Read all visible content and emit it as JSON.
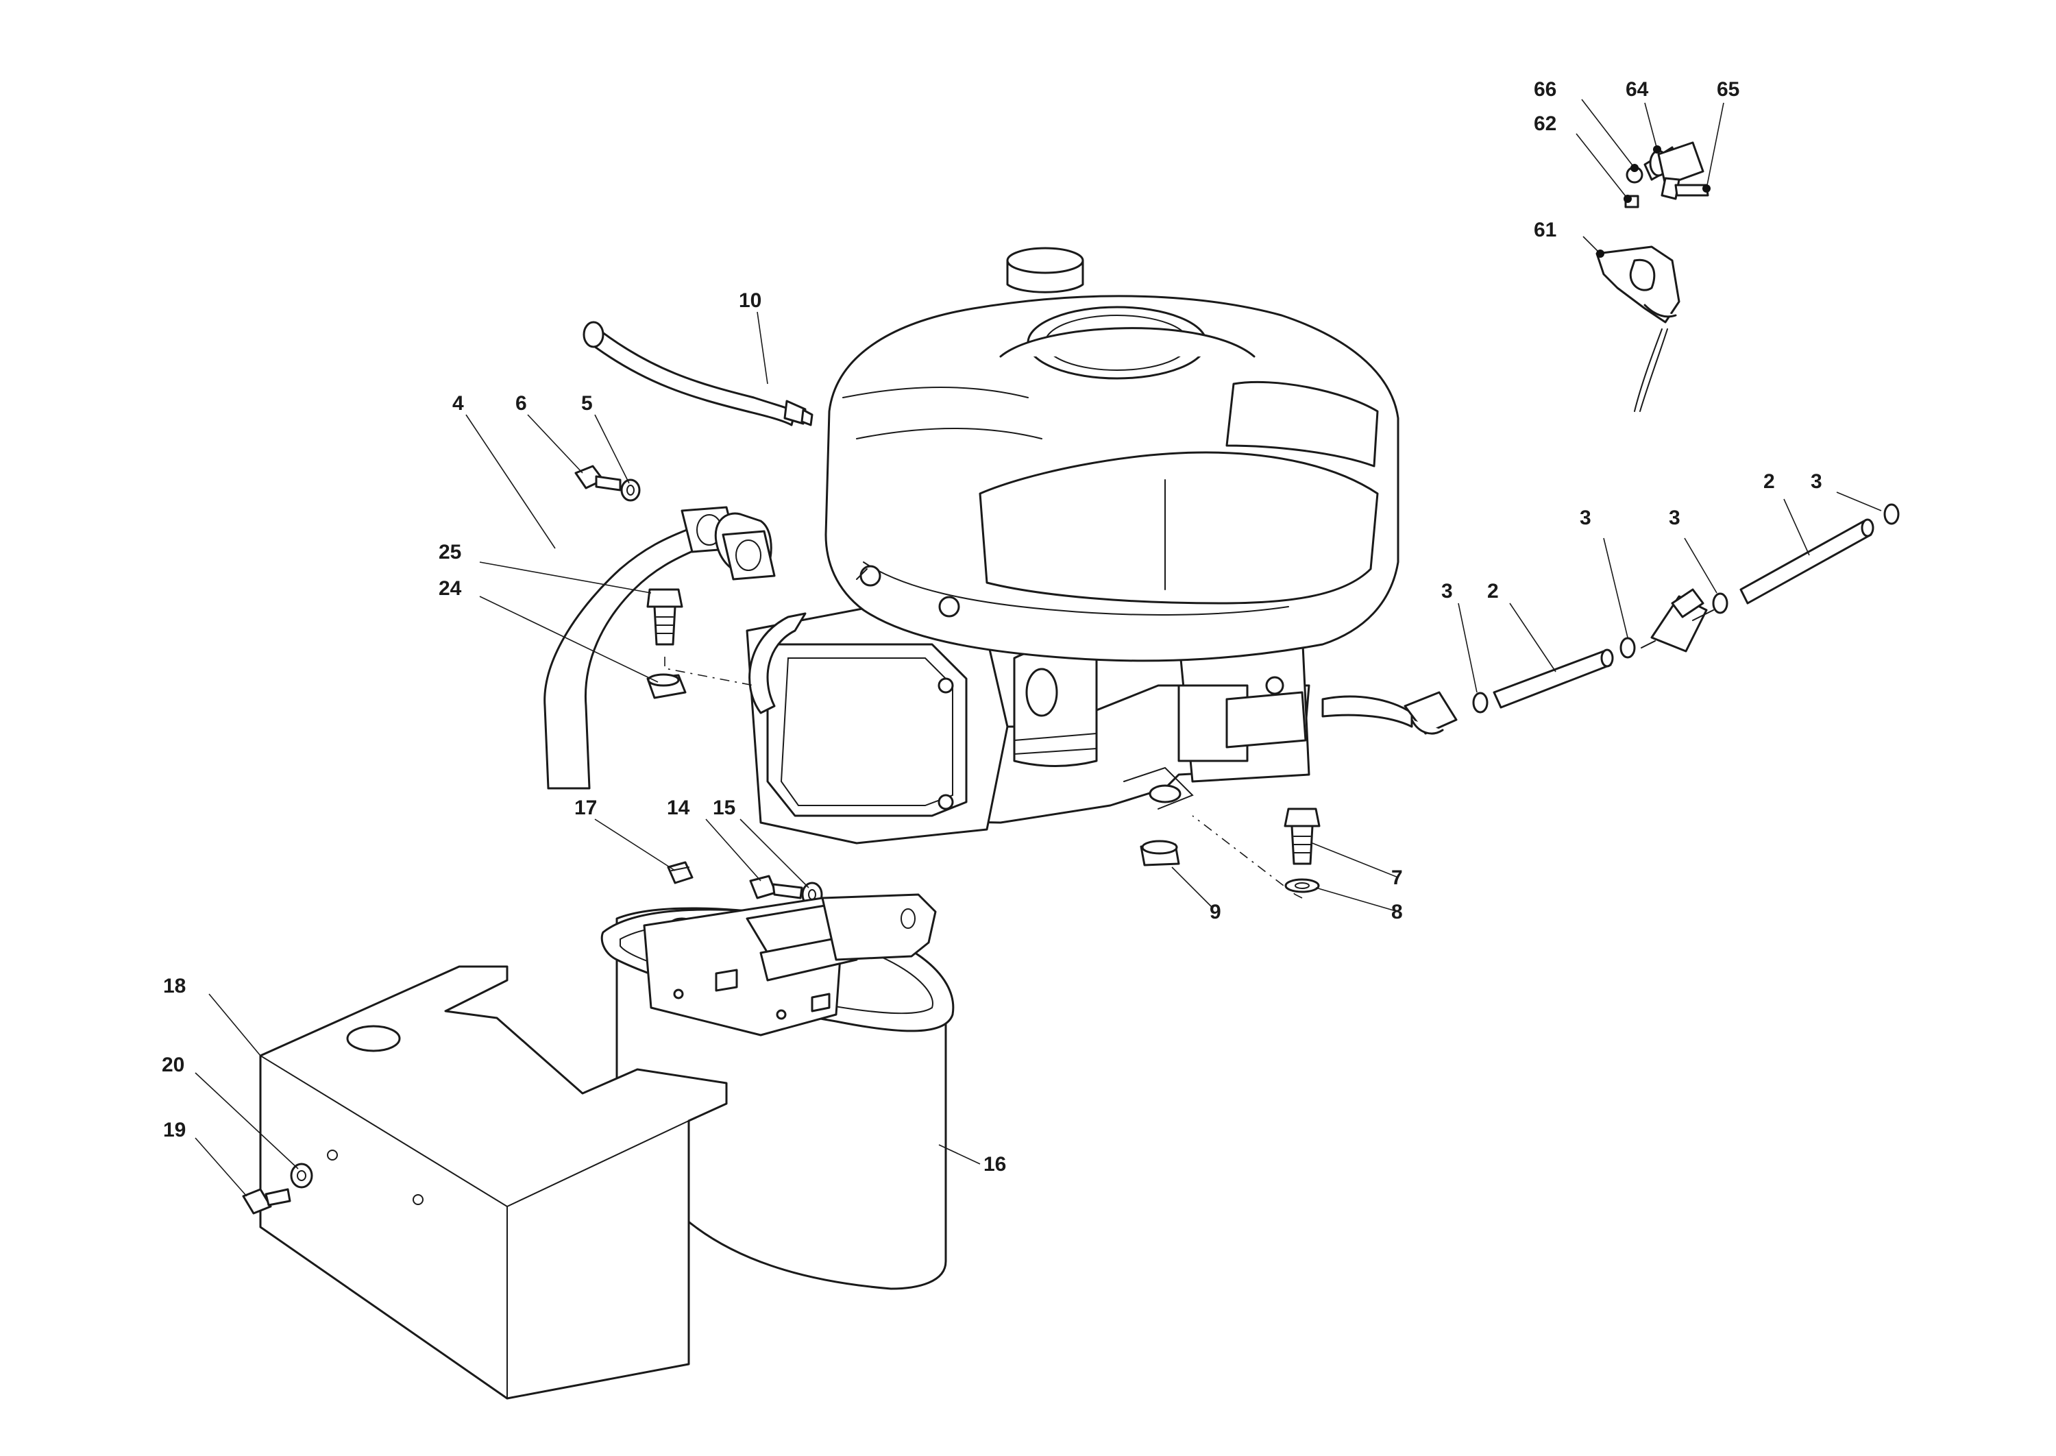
{
  "callouts": {
    "c2a": "2",
    "c2b": "2",
    "c3a": "3",
    "c3b": "3",
    "c3c": "3",
    "c3d": "3",
    "c4": "4",
    "c5": "5",
    "c6": "6",
    "c7": "7",
    "c8": "8",
    "c9": "9",
    "c10": "10",
    "c14": "14",
    "c15": "15",
    "c16": "16",
    "c17": "17",
    "c18": "18",
    "c19": "19",
    "c20": "20",
    "c24": "24",
    "c25": "25",
    "c61": "61",
    "c62": "62",
    "c64": "64",
    "c65": "65",
    "c66": "66"
  },
  "colors": {
    "line": "#1a1a1a",
    "background": "#ffffff"
  }
}
